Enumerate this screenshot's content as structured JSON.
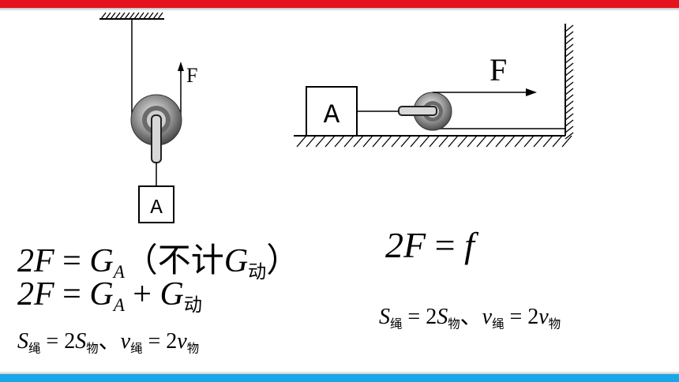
{
  "colors": {
    "top_bar": "#e3141b",
    "bottom_bar": "#1aa7e8",
    "pulley_dark": "#555555",
    "pulley_light": "#e6e6e6"
  },
  "left_diagram": {
    "block_label": "A",
    "force_label": "F"
  },
  "right_diagram": {
    "block_label": "A",
    "force_label": "F"
  },
  "left_equations": {
    "eq1": {
      "lhs": "2F",
      "op": "=",
      "g": "G",
      "g_sub": "A",
      "note_open": "（不计",
      "note_g": "G",
      "note_g_sub": "动",
      "note_close": "）"
    },
    "eq2": {
      "lhs": "2F",
      "op": "=",
      "g1": "G",
      "g1_sub": "A",
      "plus": "+",
      "g2": "G",
      "g2_sub": "动"
    },
    "eq3": {
      "s": "S",
      "s_sub": "绳",
      "op": "=",
      "rhs_coef": "2",
      "s2": "S",
      "s2_sub": "物",
      "sep": "、",
      "v": "v",
      "v_sub": "绳",
      "op2": "=",
      "rhs2_coef": "2",
      "v2": "v",
      "v2_sub": "物"
    }
  },
  "right_equations": {
    "eq4": {
      "lhs": "2F",
      "op": "=",
      "rhs": "f"
    },
    "eq5": {
      "s": "S",
      "s_sub": "绳",
      "op": "=",
      "rhs_coef": "2",
      "s2": "S",
      "s2_sub": "物",
      "sep": "、",
      "v": "v",
      "v_sub": "绳",
      "op2": "=",
      "rhs2_coef": "2",
      "v2": "v",
      "v2_sub": "物"
    }
  }
}
